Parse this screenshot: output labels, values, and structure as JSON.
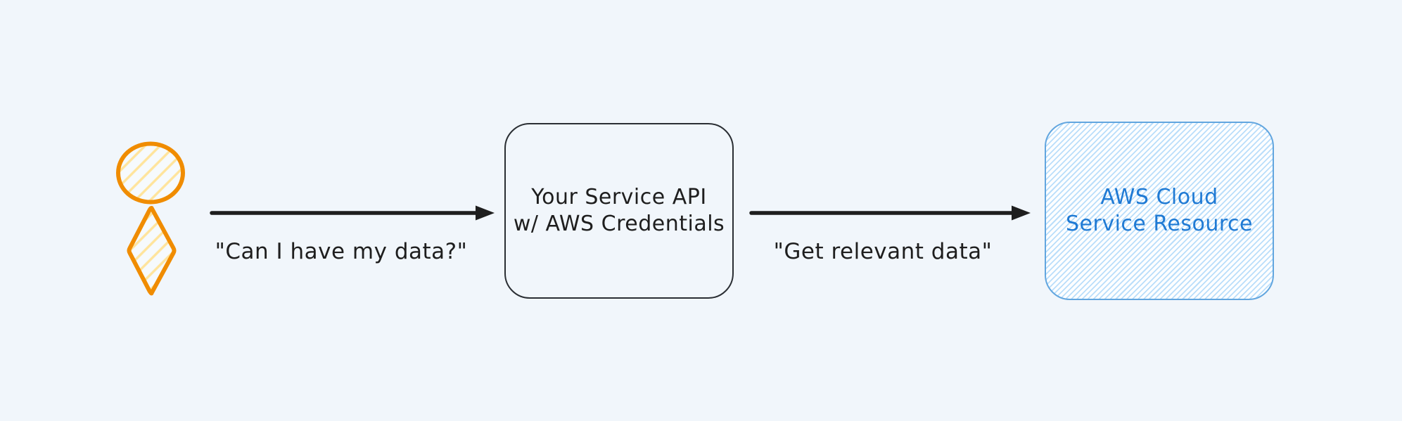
{
  "diagram": {
    "background_color": "#f1f6fb",
    "user_figure": {
      "stroke_color": "#f08c00",
      "hatch_color": "#ffe49c"
    },
    "service_box": {
      "line1": "Your Service API",
      "line2": "w/ AWS Credentials",
      "stroke_color": "#2a2e33",
      "text_color": "#1e1e1e"
    },
    "aws_box": {
      "line1": "AWS Cloud",
      "line2": "Service Resource",
      "stroke_color": "#62a6df",
      "hatch_color": "#96cdf8",
      "text_color": "#1f7ad4"
    },
    "edges": {
      "request_label": "\"Can I have my data?\"",
      "fetch_label": "\"Get relevant data\"",
      "arrow_color": "#1e1e1e"
    }
  }
}
